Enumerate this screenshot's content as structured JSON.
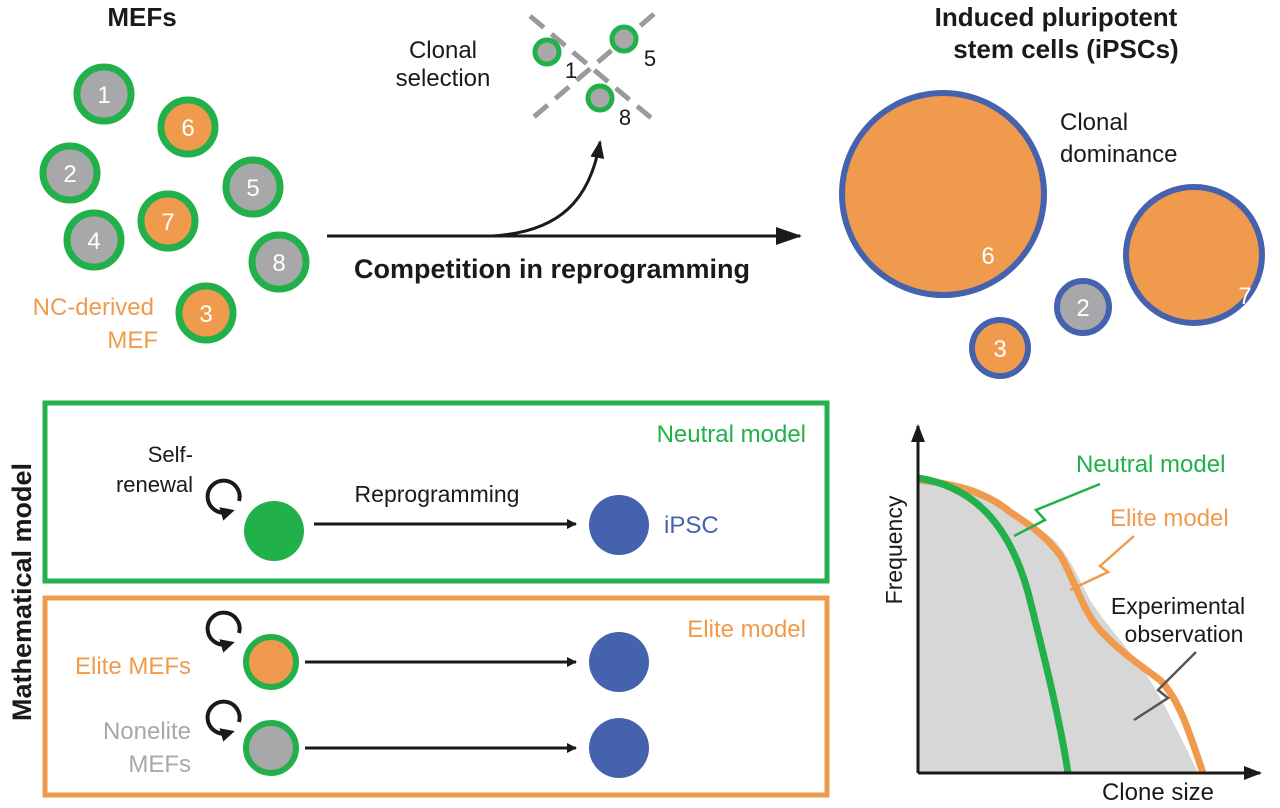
{
  "colors": {
    "green": "#22b04b",
    "orange": "#f09a4d",
    "blue": "#4562ae",
    "gray": "#a8a8aa",
    "dark": "#1a1a1a",
    "dashed": "#9a9a9a",
    "curve_fill": "#d7d7d7"
  },
  "top": {
    "mefs_title": "MEFs",
    "mef_cells": [
      {
        "label": "1",
        "fill": "gray"
      },
      {
        "label": "6",
        "fill": "orange"
      },
      {
        "label": "2",
        "fill": "gray"
      },
      {
        "label": "5",
        "fill": "gray"
      },
      {
        "label": "7",
        "fill": "orange"
      },
      {
        "label": "4",
        "fill": "gray"
      },
      {
        "label": "8",
        "fill": "gray"
      },
      {
        "label": "3",
        "fill": "orange"
      }
    ],
    "nc_label_line1": "NC-derived",
    "nc_label_line2": "MEF",
    "clonal_selection_line1": "Clonal",
    "clonal_selection_line2": "selection",
    "selected_cells": [
      "1",
      "5",
      "8"
    ],
    "competition_label": "Competition in reprogramming",
    "ipsc_title_line1": "Induced pluripotent",
    "ipsc_title_line2": "stem cells (iPSCs)",
    "clonal_dominance_line1": "Clonal",
    "clonal_dominance_line2": "dominance",
    "ipsc_cells": [
      "6",
      "7",
      "2",
      "3"
    ]
  },
  "models": {
    "side_label": "Mathematical model",
    "neutral": {
      "title": "Neutral model",
      "self_renewal_line1": "Self-",
      "self_renewal_line2": "renewal",
      "reprogramming_label": "Reprogramming",
      "ipsc_label": "iPSC"
    },
    "elite": {
      "title": "Elite model",
      "elite_mefs_label": "Elite MEFs",
      "nonelite_line1": "Nonelite",
      "nonelite_line2": "MEFs"
    }
  },
  "graph": {
    "y_axis_label": "Frequency",
    "x_axis_label": "Clone size",
    "neutral_label": "Neutral model",
    "elite_label": "Elite model",
    "observation_line1": "Experimental",
    "observation_line2": "observation"
  }
}
